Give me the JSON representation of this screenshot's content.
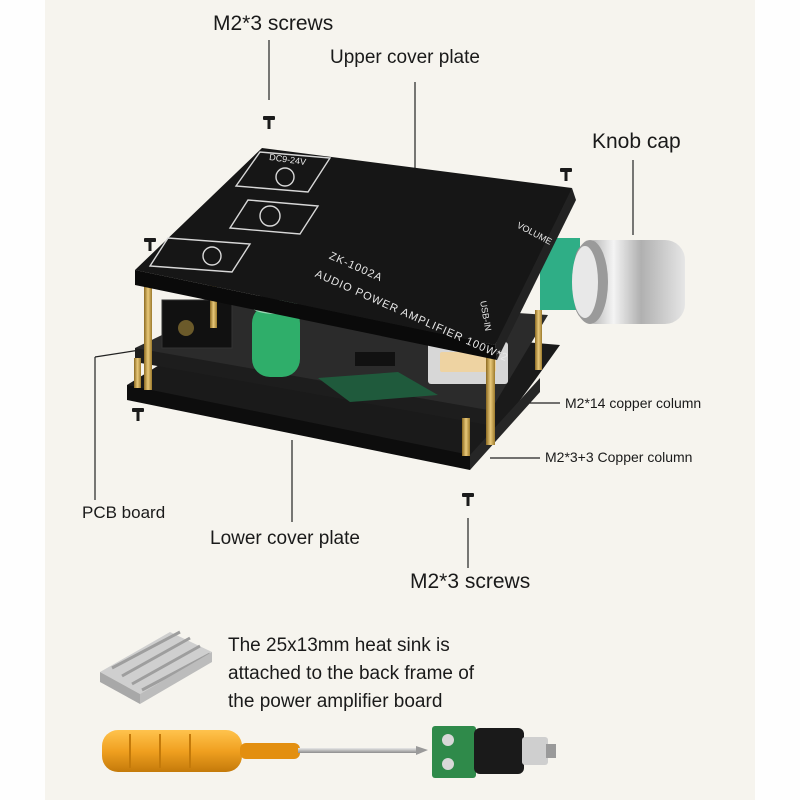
{
  "labels": {
    "screws_top": "M2*3 screws",
    "upper_cover": "Upper cover plate",
    "knob_cap": "Knob cap",
    "copper_column_14": "M2*14 copper column",
    "copper_column_33": "M2*3+3 Copper column",
    "pcb_board": "PCB board",
    "lower_cover": "Lower cover plate",
    "screws_bottom": "M2*3 screws"
  },
  "board_print": {
    "model": "ZK-1002A",
    "title": "AUDIO POWER AMPLIFIER 100W*2",
    "power": "DC9-24V",
    "volume": "VOLUME",
    "usb": "USB-IN"
  },
  "heatsink_note": {
    "line1": "The 25x13mm heat sink is",
    "line2": "attached to the back frame of",
    "line3": "the power amplifier board"
  },
  "colors": {
    "background": "#f6f4ee",
    "board": "#141414",
    "pcb": "#2a2a2a",
    "copper": "#c9a24a",
    "screwdriver_handle": "#f0a020",
    "capacitor": "#2fae6a"
  }
}
